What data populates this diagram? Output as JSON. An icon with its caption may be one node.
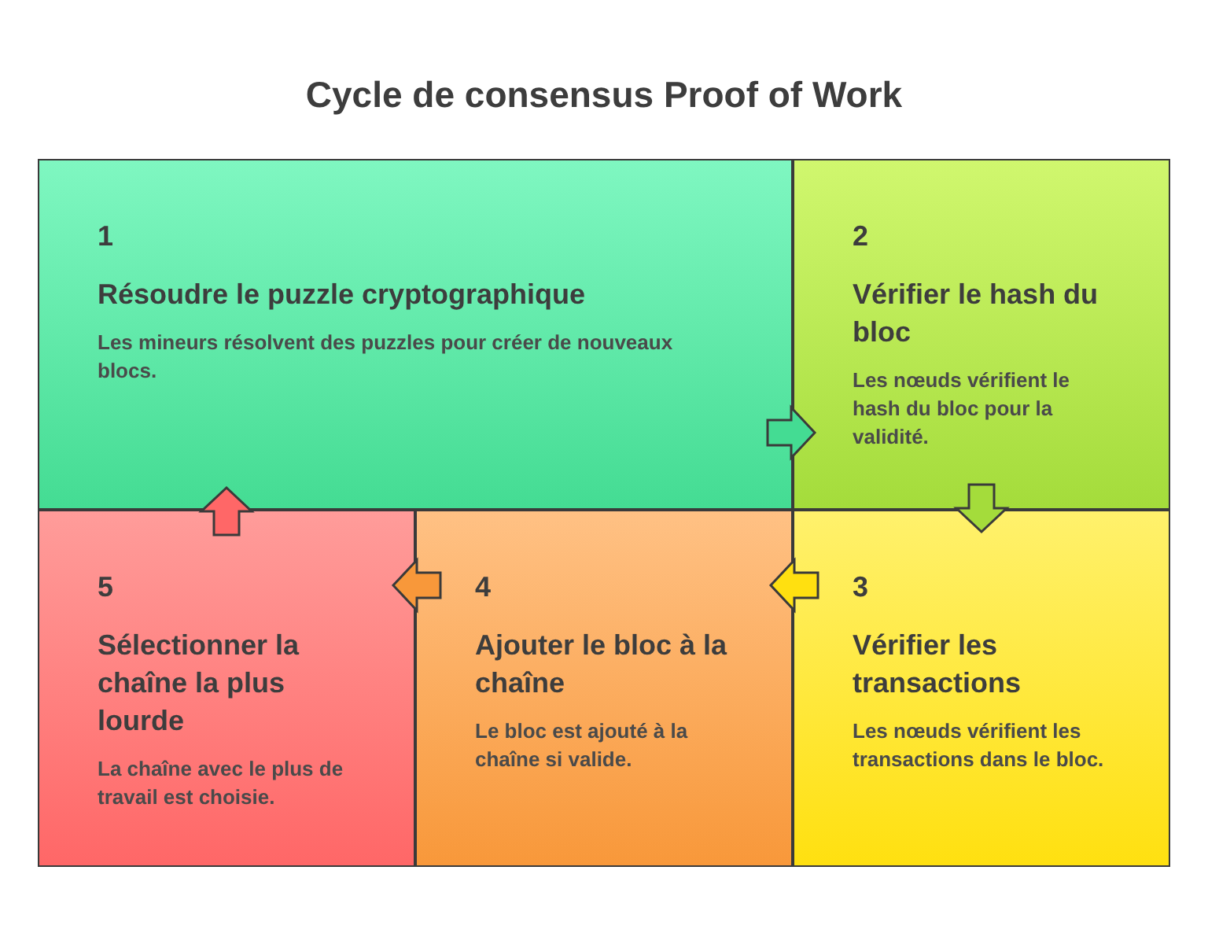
{
  "diagram": {
    "title": "Cycle de consensus Proof of Work",
    "nodes": [
      {
        "text": [
          "1",
          "Résoudre le puzzle cryptographique",
          "Les mineurs résolvent des puzzles pour créer de nouveaux blocs."
        ]
      },
      {
        "text": [
          "2",
          "Vérifier le hash du bloc",
          "Les nœuds vérifient le hash du bloc pour la validité."
        ]
      },
      {
        "text": [
          "3",
          "Vérifier les transactions",
          "Les nœuds vérifient les transactions dans le bloc."
        ]
      },
      {
        "text": [
          "4",
          "Ajouter le bloc à la chaîne",
          "Le bloc est ajouté à la chaîne si valide."
        ]
      },
      {
        "text": [
          "5",
          "Sélectionner la chaîne la plus lourde",
          "La chaîne avec le plus de travail est choisie."
        ]
      }
    ],
    "edges": [
      {
        "from": 0,
        "to": 1,
        "arrow": "to"
      },
      {
        "from": 1,
        "to": 2,
        "arrow": "to"
      },
      {
        "from": 2,
        "to": 3,
        "arrow": "to"
      },
      {
        "from": 3,
        "to": 4,
        "arrow": "to"
      },
      {
        "from": 4,
        "to": 0,
        "arrow": "to"
      }
    ]
  }
}
